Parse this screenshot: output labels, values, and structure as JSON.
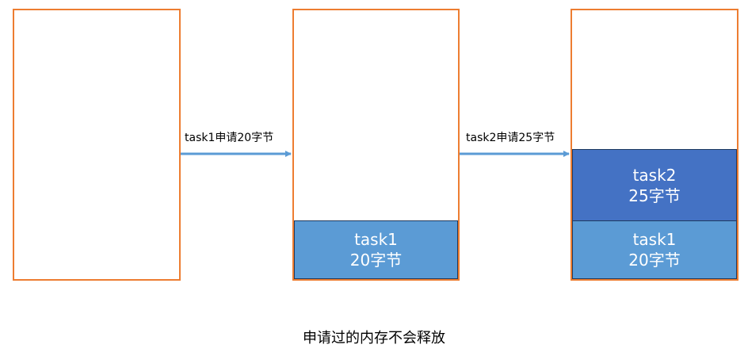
{
  "diagram": {
    "arrows": [
      {
        "label": "task1申请20字节"
      },
      {
        "label": "task2申请25字节"
      }
    ],
    "stages": [
      {
        "blocks": []
      },
      {
        "blocks": [
          {
            "line1": "task1",
            "line2": "20字节",
            "color": "#5B9BD5"
          }
        ]
      },
      {
        "blocks": [
          {
            "line1": "task2",
            "line2": "25字节",
            "color": "#4472C4"
          },
          {
            "line1": "task1",
            "line2": "20字节",
            "color": "#5B9BD5"
          }
        ]
      }
    ],
    "caption": "申请过的内存不会释放"
  },
  "colors": {
    "border": "#ED7D31",
    "arrow": "#5B9BD5"
  }
}
